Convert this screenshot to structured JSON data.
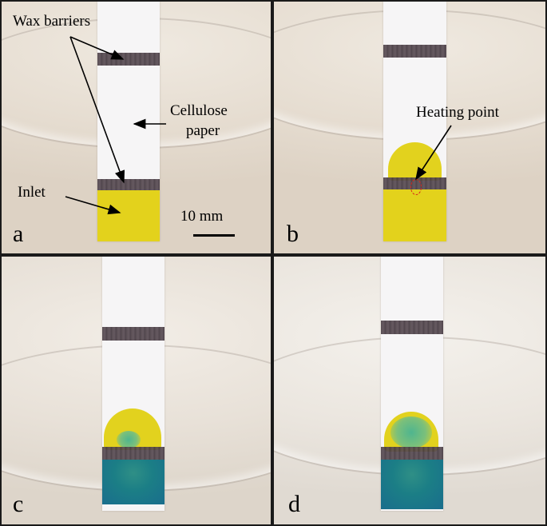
{
  "panels": {
    "a": {
      "letter": "a"
    },
    "b": {
      "letter": "b"
    },
    "c": {
      "letter": "c"
    },
    "d": {
      "letter": "d"
    }
  },
  "annotations": {
    "wax_barriers": "Wax barriers",
    "cellulose_line1": "Cellulose",
    "cellulose_line2": "paper",
    "inlet": "Inlet",
    "heating_point": "Heating point",
    "scale_label": "10 mm"
  },
  "colors": {
    "wax": "#4b3f46",
    "dye_yellow": "#e3d21c",
    "dye_teal": "#1b7e86",
    "heating_marker": "#d9261c"
  }
}
